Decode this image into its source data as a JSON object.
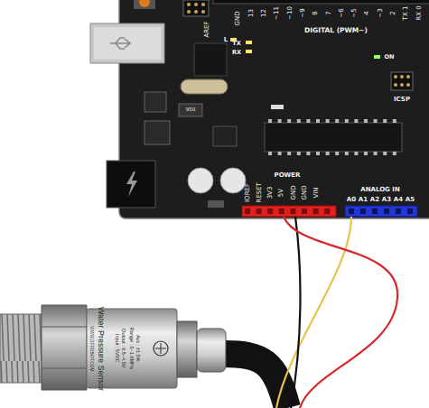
{
  "diagram": {
    "labels": [
      "AREF",
      "GND",
      "13",
      "12",
      "~11",
      "~10",
      "~9",
      "8",
      "7",
      "~6",
      "~5",
      "4",
      "~3",
      "2",
      "TX 1",
      "RX 0",
      "DIGITAL (PWM~)",
      "L",
      "TX",
      "RX",
      "ON",
      "ICSP",
      "950",
      "IOREF",
      "RESET",
      "3V3",
      "5V",
      "GND",
      "GND",
      "VIN",
      "POWER",
      "ANALOG IN",
      "A0",
      "A1",
      "A2",
      "A3",
      "A4",
      "A5",
      "Water Pressure Sensor",
      "Input : 5VDC",
      "Output : 0.5~4.5V",
      "Range : 0~1.6MPa",
      "Acc : ±1.0%",
      "WWW.DFROBOT.COM"
    ]
  }
}
